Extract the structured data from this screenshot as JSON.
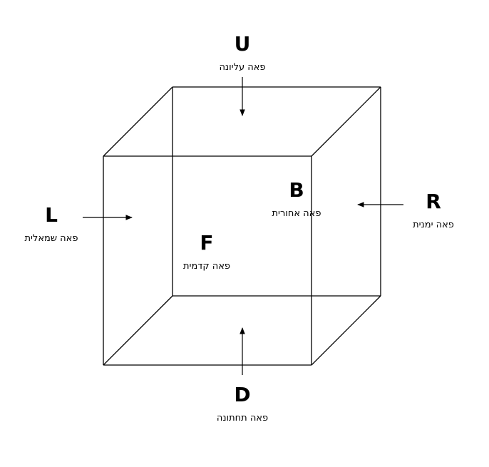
{
  "faces": {
    "up": {
      "letter": "U",
      "name": "פאה עליונה"
    },
    "left": {
      "letter": "L",
      "name": "פאה שמאלית"
    },
    "back": {
      "letter": "B",
      "name": "פאה אחורית"
    },
    "right": {
      "letter": "R",
      "name": "פאה ימנית"
    },
    "front": {
      "letter": "F",
      "name": "פאה קדמית"
    },
    "down": {
      "letter": "D",
      "name": "פאה תחתונה"
    }
  },
  "colors": {
    "line": "#000000",
    "background": "#ffffff"
  }
}
